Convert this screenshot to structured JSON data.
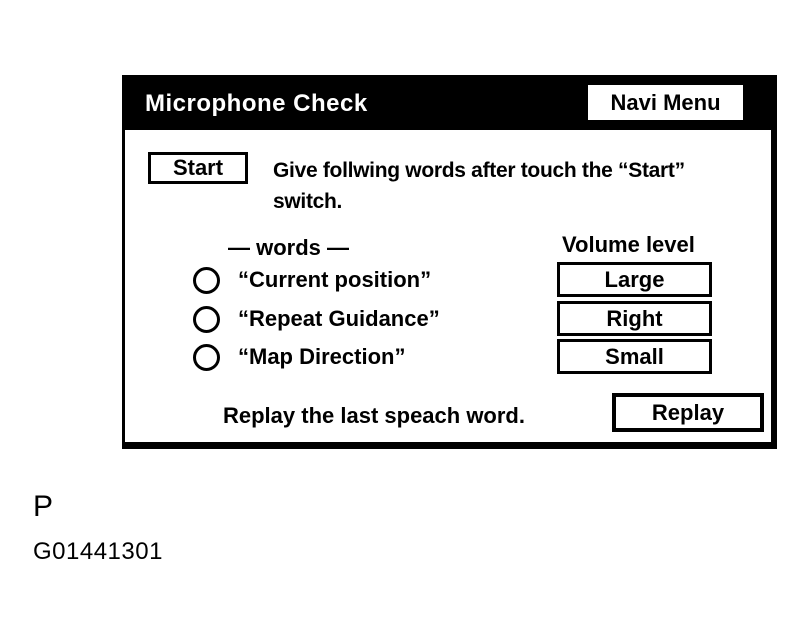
{
  "dialog": {
    "title": "Microphone Check",
    "navi_menu_button": "Navi Menu",
    "start_button": "Start",
    "instruction_line1": "Give follwing words after touch the “Start”",
    "instruction_line2": "switch.",
    "words_header": "— words —",
    "words": [
      {
        "label": "“Current position”"
      },
      {
        "label": "“Repeat Guidance”"
      },
      {
        "label": "“Map Direction”"
      }
    ],
    "volume": {
      "label": "Volume level",
      "buttons": [
        "Large",
        "Right",
        "Small"
      ]
    },
    "replay_text": "Replay the last speach word.",
    "replay_button": "Replay"
  },
  "footer": {
    "page_letter": "P",
    "figure_code": "G01441301"
  },
  "colors": {
    "background": "#ffffff",
    "foreground": "#000000",
    "titlebar_bg": "#000000",
    "titlebar_text": "#ffffff"
  }
}
